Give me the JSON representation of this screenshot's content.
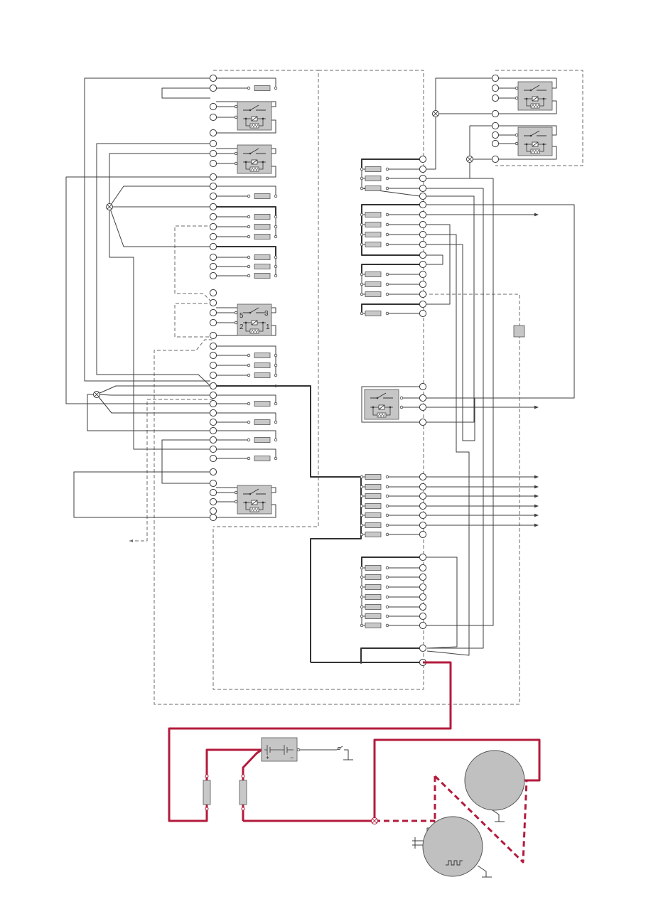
{
  "colors": {
    "wire": "#3c3c3c",
    "wire_thick": "#333333",
    "dash": "#6a6a6a",
    "power": "#b31b3c",
    "fuse_fill": "#c8c8c8",
    "relay_fill": "#c6c6c6",
    "motor_fill": "#c0c0c0"
  },
  "relay_pins": {
    "p5": "5",
    "p3": "3",
    "p2": "2",
    "p1": "1"
  },
  "battery": {
    "plus": "+",
    "minus": "−"
  },
  "icons": [
    "relay-icon",
    "fuse-icon",
    "connector-pin-icon",
    "splice-icon",
    "battery-icon",
    "ground-icon",
    "alternator-icon",
    "starter-motor-icon",
    "arrow-icon"
  ]
}
